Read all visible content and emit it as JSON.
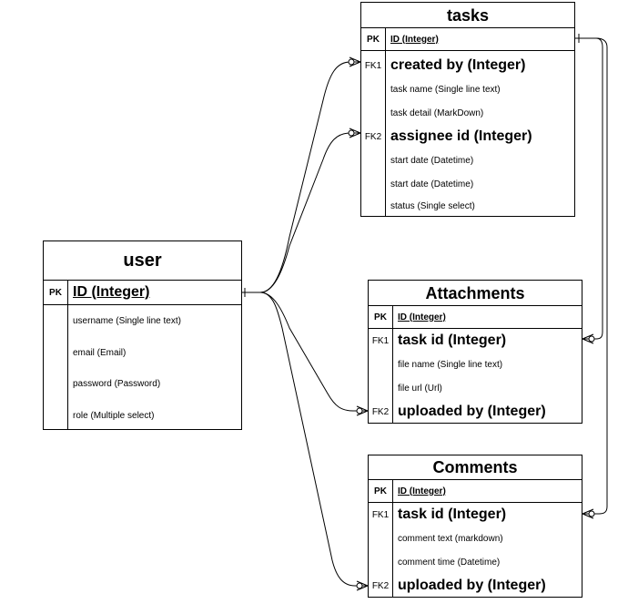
{
  "tasks": {
    "title": "tasks",
    "pk_key": "PK",
    "pk_field": "ID (Integer)",
    "rows": [
      {
        "key": "FK1",
        "label": "created by (Integer)"
      },
      {
        "key": "",
        "label": "task name (Single line text)"
      },
      {
        "key": "",
        "label": "task detail (MarkDown)"
      },
      {
        "key": "FK2",
        "label": "assignee id (Integer)"
      },
      {
        "key": "",
        "label": "start date (Datetime)"
      },
      {
        "key": "",
        "label": "start date (Datetime)"
      },
      {
        "key": "",
        "label": "status (Single select)"
      }
    ]
  },
  "user": {
    "title": "user",
    "pk_key": "PK",
    "pk_field": "ID (Integer)",
    "rows": [
      {
        "label": "username (Single line text)"
      },
      {
        "label": "email  (Email)"
      },
      {
        "label": "password (Password)"
      },
      {
        "label": "role  (Multiple select)"
      }
    ]
  },
  "attachments": {
    "title": "Attachments",
    "pk_key": "PK",
    "pk_field": "ID (Integer)",
    "rows": [
      {
        "key": "FK1",
        "label": "task id (Integer)"
      },
      {
        "key": "",
        "label": "file name (Single line text)"
      },
      {
        "key": "",
        "label": "file url (Url)"
      },
      {
        "key": "FK2",
        "label": "uploaded by (Integer)"
      }
    ]
  },
  "comments": {
    "title": "Comments",
    "pk_key": "PK",
    "pk_field": "ID (Integer)",
    "rows": [
      {
        "key": "FK1",
        "label": "task id (Integer)"
      },
      {
        "key": "",
        "label": "comment text (markdown)"
      },
      {
        "key": "",
        "label": "comment time (Datetime)"
      },
      {
        "key": "FK2",
        "label": "uploaded by (Integer)"
      }
    ]
  }
}
